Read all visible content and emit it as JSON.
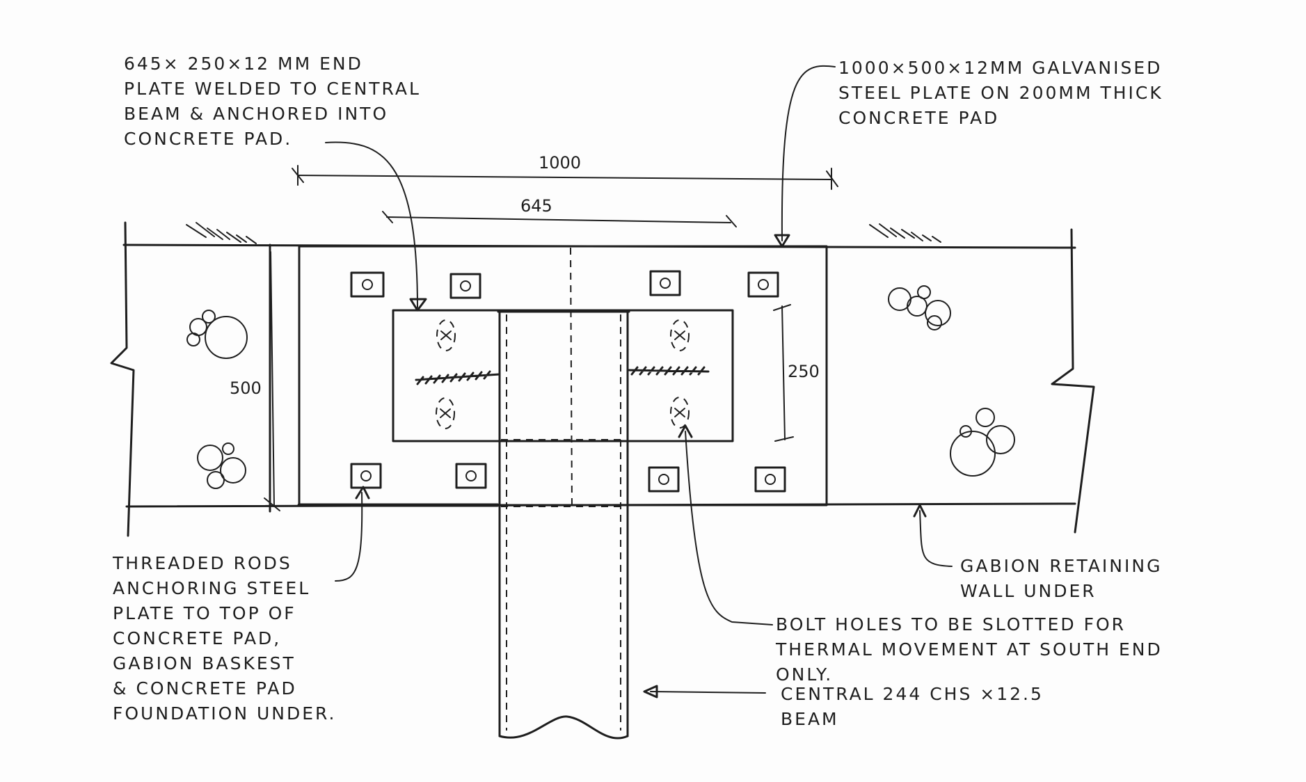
{
  "notes": {
    "end_plate": "645× 250×12 mm END\nPLATE WELDED TO CENTRAL\nBEAM & ANCHORED INTO\nCONCRETE PAD.",
    "steel_plate": "1000×500×12mm GALVANISED\nSTEEL PLATE ON 200mm THICK\nCONCRETE PAD",
    "threaded_rods": "THREADED RODS\nANCHORING STEEL\nPLATE TO TOP OF\nCONCRETE PAD,\nGABION BASKEST\n& CONCRETE PAD\nFOUNDATION UNDER.",
    "gabion_wall": "GABION RETAINING\nWALL UNDER",
    "bolt_holes": "BOLT HOLES TO BE SLOTTED FOR\nTHERMAL MOVEMENT AT SOUTH END\nONLY.",
    "central_beam": "CENTRAL 244 CHS ×12.5\nBEAM"
  },
  "dimensions": {
    "plate_length": "1000",
    "end_plate_length": "645",
    "plate_width": "500",
    "end_plate_width": "250"
  }
}
